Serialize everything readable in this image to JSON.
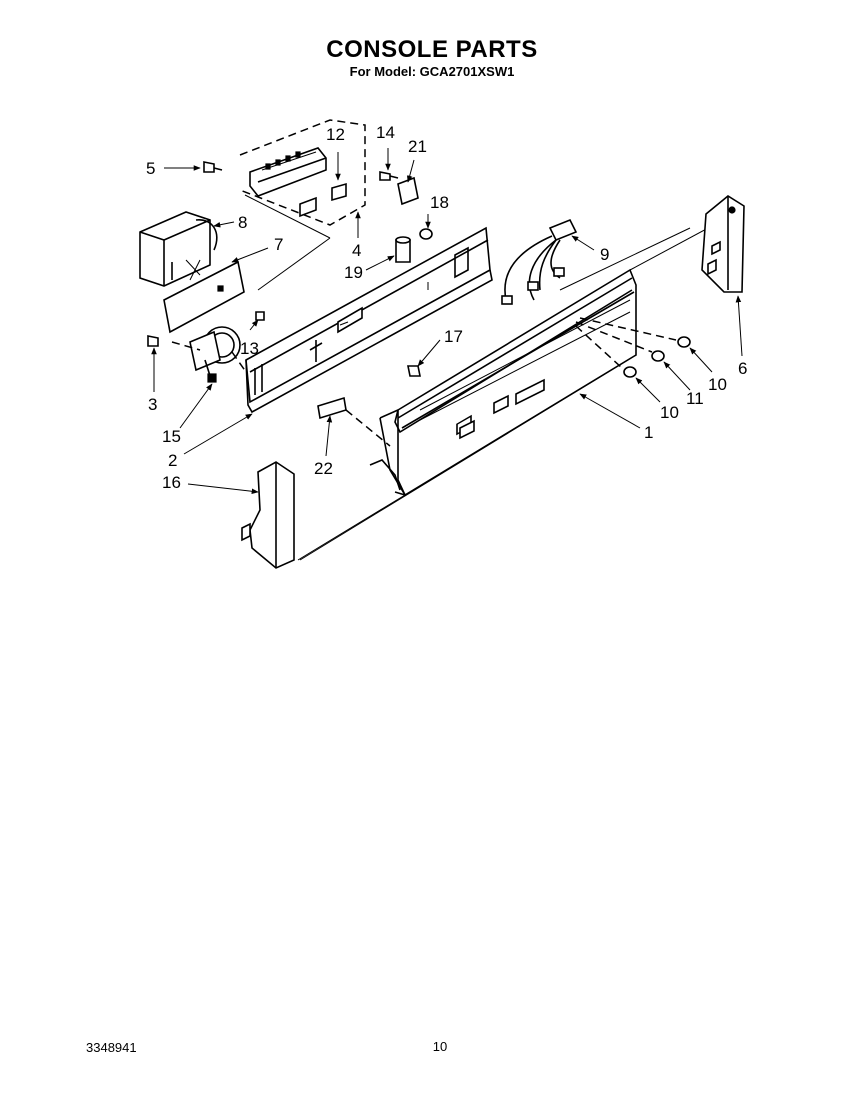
{
  "header": {
    "title": "CONSOLE PARTS",
    "subtitle": "For Model: GCA2701XSW1"
  },
  "callouts": {
    "c1": "1",
    "c2": "2",
    "c3": "3",
    "c4": "4",
    "c5": "5",
    "c6": "6",
    "c7": "7",
    "c8": "8",
    "c9": "9",
    "c10a": "10",
    "c10b": "10",
    "c11": "11",
    "c12": "12",
    "c13": "13",
    "c14": "14",
    "c15": "15",
    "c16": "16",
    "c17": "17",
    "c18": "18",
    "c19": "19",
    "c21": "21",
    "c22": "22"
  },
  "footer": {
    "doc_number": "3348941",
    "page_number": "10"
  }
}
